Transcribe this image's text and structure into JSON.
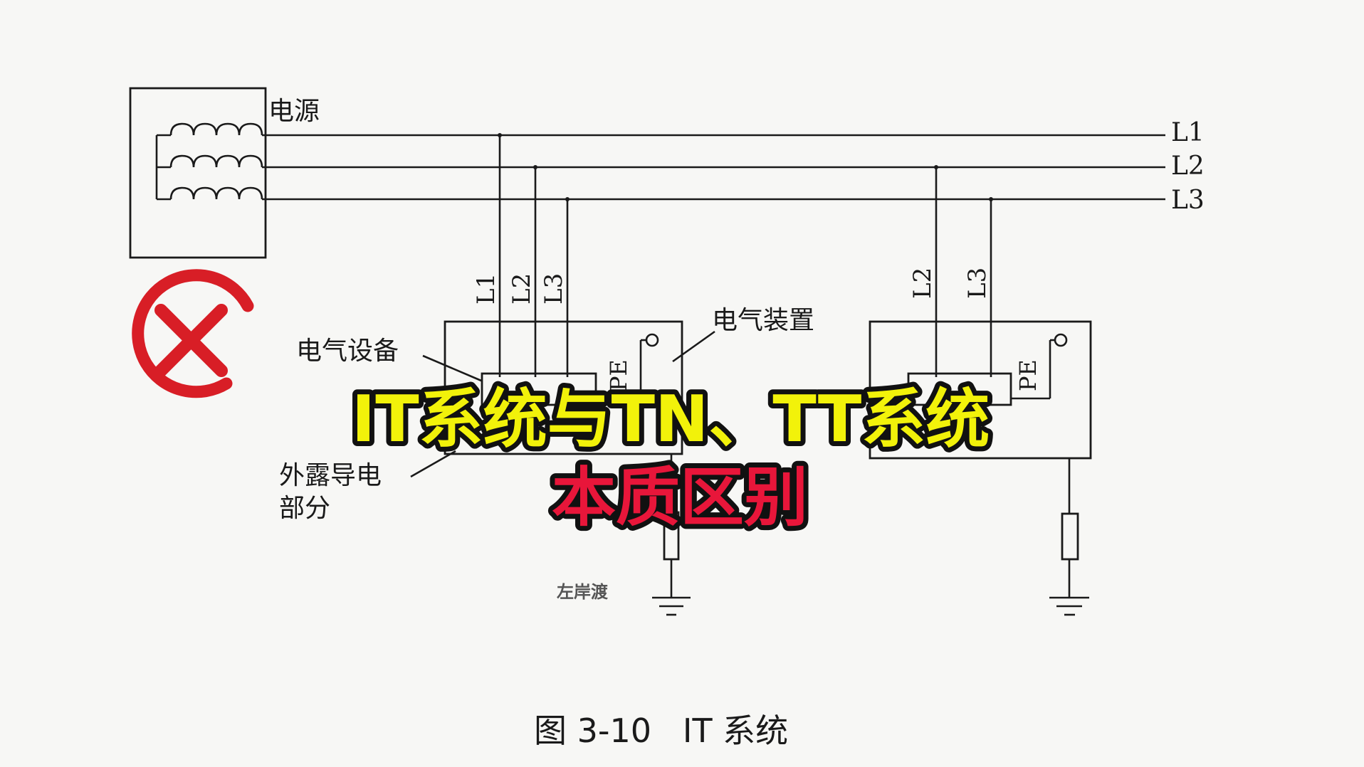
{
  "diagram": {
    "source_label": "电源",
    "bus_labels": [
      "L1",
      "L2",
      "L3"
    ],
    "device1_phase_labels": [
      "L1",
      "L2",
      "L3"
    ],
    "device2_phase_labels": [
      "L2",
      "L3"
    ],
    "pe_label": "PE",
    "label_equipment": "电气设备",
    "label_installation": "电气装置",
    "label_exposed_line1": "外露导电",
    "label_exposed_line2": "部分",
    "caption": "图 3-10   IT 系统",
    "watermark": "左岸渡"
  },
  "overlay": {
    "title_line1": "IT系统与TN、TT系统",
    "title_line2": "本质区别",
    "title_line1_color": "#f2f20a",
    "title_line2_color": "#e8163a",
    "badge_icon": "cross-circle-icon",
    "badge_color": "#d81e26"
  }
}
